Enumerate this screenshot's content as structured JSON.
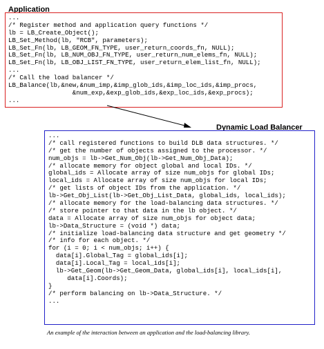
{
  "application": {
    "title": "Application",
    "lines": [
      "...",
      "/* Register method and application query functions */",
      "lb = LB_Create_Object();",
      "LB_Set_Method(lb, \"RCB\", parameters);",
      "LB_Set_Fn(lb, LB_GEOM_FN_TYPE, user_return_coords_fn, NULL);",
      "LB_Set_Fn(lb, LB_NUM_OBJ_FN_TYPE, user_return_num_elems_fn, NULL);",
      "LB_Set_Fn(lb, LB_OBJ_LIST_FN_TYPE, user_return_elem_list_fn, NULL);",
      "...",
      "/* Call the load balancer */",
      "LB_Balance(lb,&new,&num_imp,&imp_glob_ids,&imp_loc_ids,&imp_procs,",
      "                 &num_exp,&exp_glob_ids,&exp_loc_ids,&exp_procs);",
      "..."
    ]
  },
  "load_balancer": {
    "title": "Dynamic Load Balancer",
    "lines": [
      "...",
      "/* call registered functions to build DLB data structures. */",
      "/* get the number of objects assigned to the processor. */",
      "num_objs = lb->Get_Num_Obj(lb->Get_Num_Obj_Data);",
      "/* allocate memory for object global and local IDs. */",
      "global_ids = Allocate array of size num_objs for global IDs;",
      "local_ids = Allocate array of size num_objs for local IDs;",
      "/* get lists of object IDs from the application. */",
      "lb->Get_Obj_List(lb->Get_Obj_List_Data, global_ids, local_ids);",
      "/* allocate memory for the load-balancing data structures. */",
      "/* store pointer to that data in the lb object. */",
      "data = Allocate array of size num_objs for object data;",
      "lb->Data_Structure = (void *) data;",
      "/* initialize load-balancing data structure and get geometry */",
      "/* info for each object. */",
      "for (i = 0; i < num_objs; i++) {",
      "  data[i].Global_Tag = global_ids[i];",
      "  data[i].Local_Tag = local_ids[i];",
      "  lb->Get_Geom(lb->Get_Geom_Data, global_ids[i], local_ids[i],",
      "     data[i].Coords);",
      "}",
      "/* perform balancing on lb->Data_Structure. */",
      "..."
    ]
  },
  "caption": "An example of the interaction between an application and the load-balancing library.",
  "colors": {
    "application_border": "#d92020",
    "load_balancer_border": "#2020c8",
    "arrow": "#000000"
  }
}
